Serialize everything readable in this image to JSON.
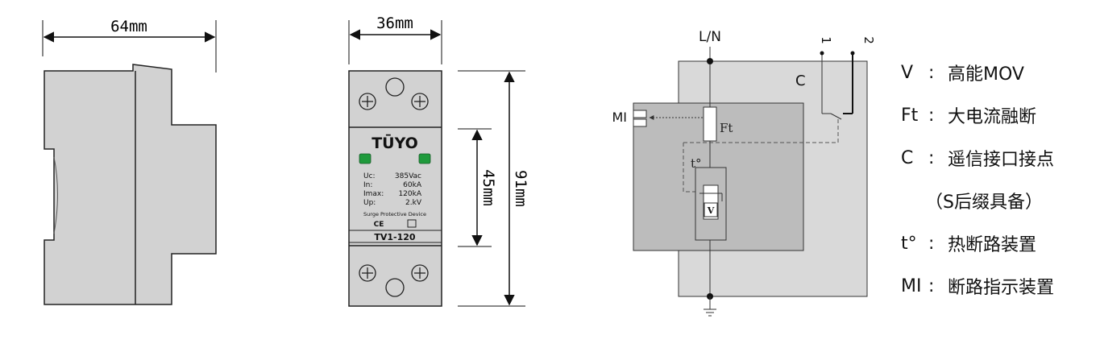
{
  "side_view": {
    "width_label": "64mm"
  },
  "front_view": {
    "width_label": "36mm",
    "height_inner_label": "45mm",
    "height_outer_label": "91mm",
    "brand": "TŪYO",
    "specs": [
      {
        "name": "Uc:",
        "value": "385Vac"
      },
      {
        "name": "In:",
        "value": "60kA"
      },
      {
        "name": "Imax:",
        "value": "120kA"
      },
      {
        "name": "Up:",
        "value": "2.kV"
      }
    ],
    "device_type": "Surge Protective Device",
    "ce_mark": "CE",
    "model": "TV1-120"
  },
  "schematic": {
    "top_terminal": "L/N",
    "terminal_1": "1",
    "terminal_2": "2",
    "remote_contact_label": "C",
    "indicator_label": "MI",
    "fuse_label": "Ft",
    "thermal_label": "t°",
    "varistor_label": "V"
  },
  "legend": [
    {
      "symbol": "V",
      "colon": ":",
      "text": "高能MOV"
    },
    {
      "symbol": "Ft",
      "colon": ":",
      "text": "大电流融断"
    },
    {
      "symbol": "C",
      "colon": ":",
      "text": "遥信接口接点"
    },
    {
      "symbol": "",
      "colon": "",
      "text": "（S后缀具备）"
    },
    {
      "symbol": "t°",
      "colon": ":",
      "text": "热断路装置"
    },
    {
      "symbol": "MI",
      "colon": ":",
      "text": "断路指示装置"
    }
  ],
  "colors": {
    "body_gray": "#d2d2d2",
    "inner_gray": "#bcbcbc",
    "indicator_green": "#1f9a3c",
    "line": "#222222"
  }
}
